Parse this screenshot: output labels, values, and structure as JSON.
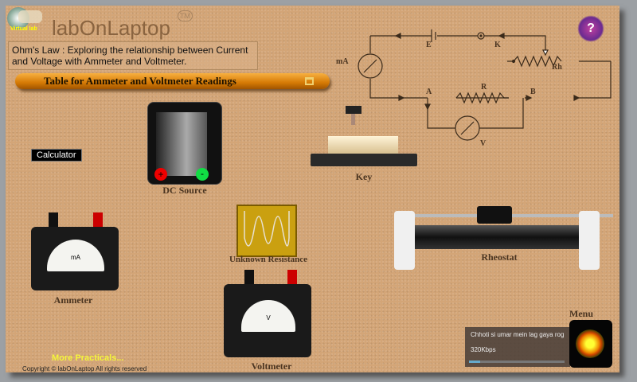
{
  "header": {
    "logo_caption": "Virtual lab",
    "brand": "labOnLaptop",
    "tm": "TM"
  },
  "title": "Ohm's Law : Exploring the relationship between Current and Voltage with Ammeter and Voltmeter.",
  "table_bar": {
    "label": "Table for Ammeter  and Voltmeter Readings"
  },
  "help": {
    "label": "?"
  },
  "circuit": {
    "E": "E",
    "K": "K",
    "mA": "mA",
    "Rh": "Rh",
    "R": "R",
    "A": "A",
    "B": "B",
    "V": "V",
    "plus": "+",
    "minus": "-"
  },
  "calculator": "Calculator",
  "components": {
    "dc_source": "DC Source",
    "key": "Key",
    "unknown_resistance": "Unknown Resistance",
    "rheostat": "Rheostat",
    "ammeter": "Ammeter",
    "voltmeter": "Voltmeter"
  },
  "meter_units": {
    "ammeter": "mA",
    "voltmeter": "V"
  },
  "menu": "Menu",
  "player": {
    "track": "Chhoti si umar mein lag gaya rog",
    "bitrate": "320Kbps",
    "progress": 0.12
  },
  "footer": {
    "more": "More Practicals...",
    "copyright": "Copyright © labOnLaptop All rights reserved"
  },
  "colors": {
    "board": "#d3a577",
    "bar": "#e08a10",
    "more_link": "#f5f53a"
  }
}
